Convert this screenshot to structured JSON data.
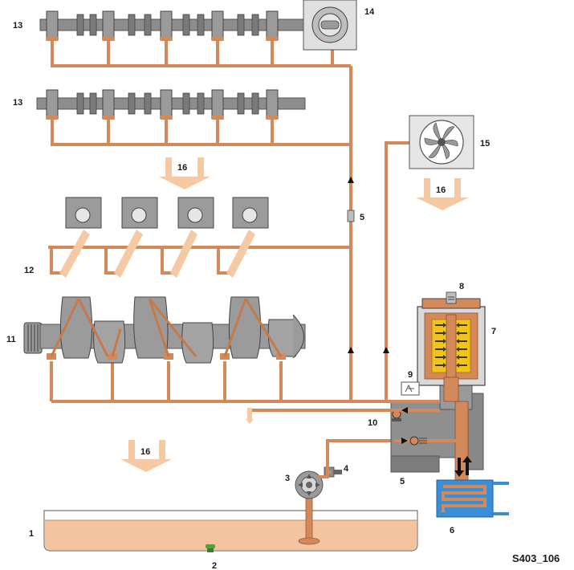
{
  "labels": {
    "n1": "1",
    "n2": "2",
    "n3": "3",
    "n4": "4",
    "n5a": "5",
    "n5b": "5",
    "n6": "6",
    "n7": "7",
    "n8": "8",
    "n9": "9",
    "n10": "10",
    "n11": "11",
    "n12": "12",
    "n13a": "13",
    "n13b": "13",
    "n14": "14",
    "n15": "15",
    "n16a": "16",
    "n16b": "16",
    "n16c": "16"
  },
  "figure_code": "S403_106",
  "colors": {
    "oil": "#d4895a",
    "oil_light": "#f6c9a5",
    "metal": "#8c8c8c",
    "metal_dark": "#5f5f5f",
    "cooler_blue": "#3a8fd6",
    "filter_yellow": "#f2c318"
  }
}
